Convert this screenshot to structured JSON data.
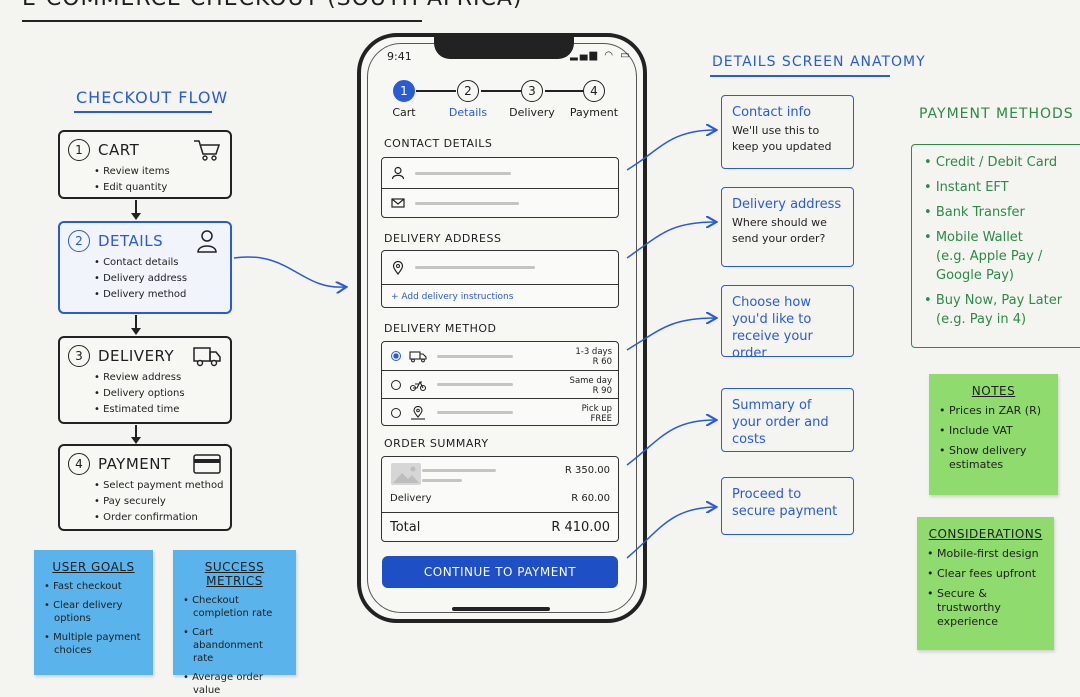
{
  "page": {
    "title": "E-COMMERCE CHECKOUT (SOUTH AFRICA)"
  },
  "flow": {
    "title": "CHECKOUT FLOW",
    "steps": [
      {
        "num": "1",
        "name": "CART",
        "icon": "cart-icon",
        "bullets": [
          "Review items",
          "Edit quantity"
        ]
      },
      {
        "num": "2",
        "name": "DETAILS",
        "icon": "user-icon",
        "bullets": [
          "Contact details",
          "Delivery address",
          "Delivery method"
        ]
      },
      {
        "num": "3",
        "name": "DELIVERY",
        "icon": "truck-icon",
        "bullets": [
          "Review address",
          "Delivery options",
          "Estimated time"
        ]
      },
      {
        "num": "4",
        "name": "PAYMENT",
        "icon": "card-icon",
        "bullets": [
          "Select payment method",
          "Pay securely",
          "Order confirmation"
        ]
      }
    ]
  },
  "phone": {
    "time": "9:41",
    "status_icons": "▂▄▆ ◠ ▭",
    "steps": [
      {
        "num": "1",
        "label": "Cart",
        "active": true
      },
      {
        "num": "2",
        "label": "Details"
      },
      {
        "num": "3",
        "label": "Delivery"
      },
      {
        "num": "4",
        "label": "Payment"
      }
    ],
    "contact_title": "CONTACT DETAILS",
    "address_title": "DELIVERY ADDRESS",
    "add_instructions": "+ Add delivery instructions",
    "method_title": "DELIVERY METHOD",
    "methods": [
      {
        "icon": "truck-icon",
        "line1": "1-3 days",
        "line2": "R 60",
        "selected": true
      },
      {
        "icon": "scooter-icon",
        "line1": "Same day",
        "line2": "R 90"
      },
      {
        "icon": "pin-icon",
        "line1": "Pick up",
        "line2": "FREE"
      }
    ],
    "summary_title": "ORDER SUMMARY",
    "item_price": "R 350.00",
    "delivery_label": "Delivery",
    "delivery_price": "R 60.00",
    "total_label": "Total",
    "total_price": "R 410.00",
    "cta": "CONTINUE TO PAYMENT"
  },
  "anatomy": {
    "title": "DETAILS SCREEN ANATOMY",
    "callouts": [
      {
        "title": "Contact info",
        "sub": "We'll use this to keep you updated"
      },
      {
        "title": "Delivery address",
        "sub": "Where should we send your order?"
      },
      {
        "title": "Choose how you'd like to receive your order",
        "sub": ""
      },
      {
        "title": "Summary of your order and costs",
        "sub": ""
      },
      {
        "title": "Proceed to secure payment",
        "sub": ""
      }
    ]
  },
  "payment": {
    "title": "PAYMENT METHODS (ZA)",
    "items": [
      {
        "label": "Credit / Debit Card",
        "sub": ""
      },
      {
        "label": "Instant EFT",
        "sub": ""
      },
      {
        "label": "Bank Transfer",
        "sub": ""
      },
      {
        "label": "Mobile Wallet",
        "sub": "(e.g. Apple Pay / Google Pay)"
      },
      {
        "label": "Buy Now, Pay Later",
        "sub": "(e.g. Pay in 4)"
      }
    ]
  },
  "notes": [
    {
      "title": "USER GOALS",
      "items": [
        "Fast checkout",
        "Clear delivery options",
        "Multiple payment choices"
      ]
    },
    {
      "title": "SUCCESS METRICS",
      "items": [
        "Checkout completion rate",
        "Cart abandonment rate",
        "Average order value"
      ]
    },
    {
      "title": "NOTES",
      "items": [
        "Prices in ZAR (R)",
        "Include VAT",
        "Show delivery estimates"
      ]
    },
    {
      "title": "CONSIDERATIONS",
      "items": [
        "Mobile-first design",
        "Clear fees upfront",
        "Secure & trustworthy experience"
      ]
    }
  ],
  "colors": {
    "accent": "#2a5bd7",
    "cta": "#1f4fc5",
    "green": "#2d8a47",
    "blue_note": "#5ab3ea",
    "green_note": "#8fdb6e"
  }
}
